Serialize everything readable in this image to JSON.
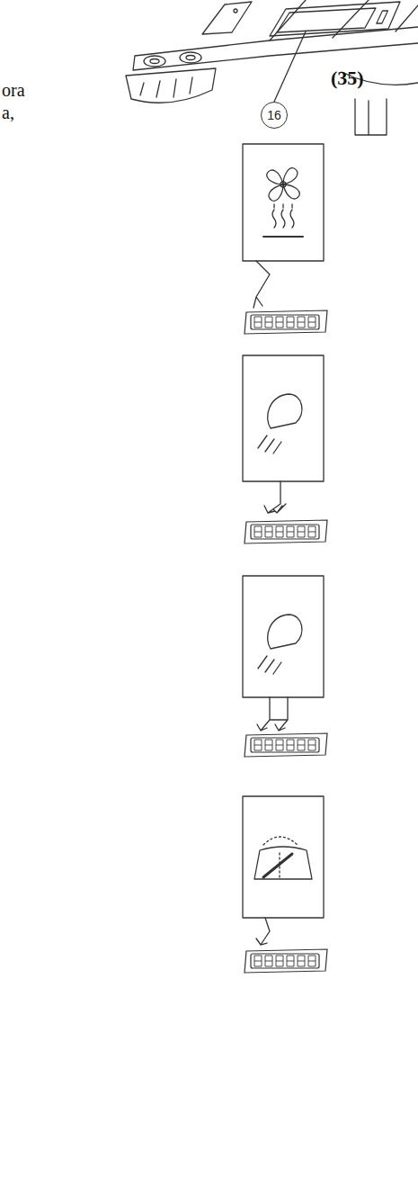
{
  "diagram": {
    "nodes": [
      {
        "text": [
          "16"
        ]
      }
    ],
    "labels": [
      "ora",
      "a,",
      "(35)"
    ]
  }
}
